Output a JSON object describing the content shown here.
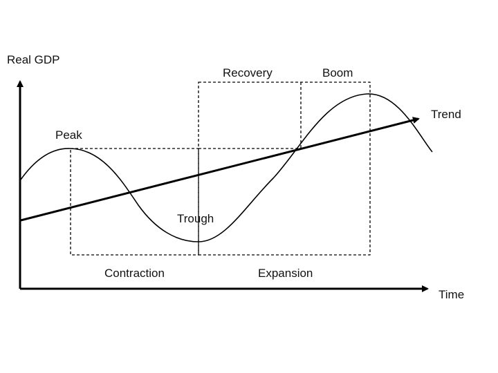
{
  "labels": {
    "y_axis": "Real GDP",
    "x_axis": "Time",
    "trend": "Trend",
    "peak": "Peak",
    "trough": "Trough",
    "recovery": "Recovery",
    "boom": "Boom",
    "contraction": "Contraction",
    "expansion": "Expansion"
  },
  "colors": {
    "ink": "#000000",
    "background": "#ffffff"
  }
}
